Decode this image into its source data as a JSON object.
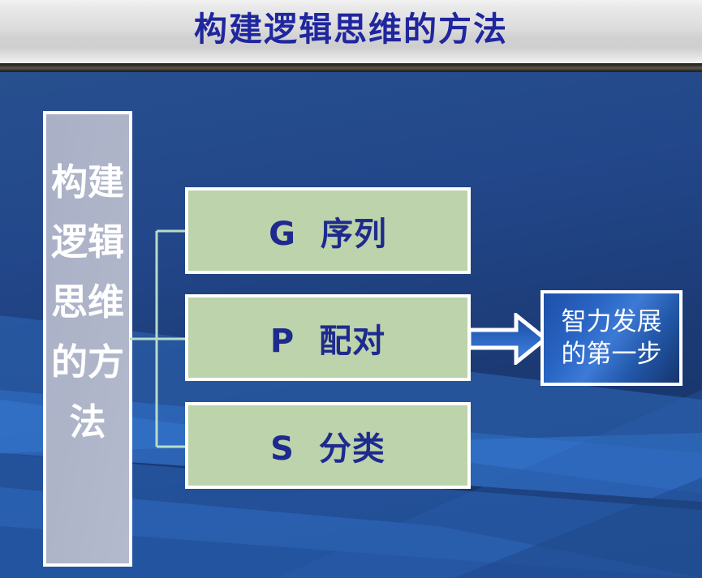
{
  "slide": {
    "title": "构建逻辑思维的方法",
    "title_color": "#1f269e",
    "background_color": "#1d3f7a"
  },
  "sidebar": {
    "label": "构建\n逻辑\n思维\n的方\n法",
    "fill_color": "#aeb4c8",
    "text_color": "#ffffff"
  },
  "methods": [
    {
      "id": "g",
      "label": "G  序列"
    },
    {
      "id": "p",
      "label": "P  配对"
    },
    {
      "id": "s",
      "label": "S  分类"
    }
  ],
  "method_style": {
    "fill_color": "#bcd3ab",
    "border_color": "#ffffff",
    "text_color": "#1f2a8e"
  },
  "arrow": {
    "name": "right-arrow",
    "fill_color": "#2a64bf",
    "outline_color": "#ffffff",
    "direction": "right"
  },
  "result": {
    "label": "智力发展\n的第一步",
    "fill_color": "#2a66c4",
    "border_color": "#ffffff",
    "text_color": "#ffffff"
  },
  "connector": {
    "line_color": "#b9dcc6"
  }
}
